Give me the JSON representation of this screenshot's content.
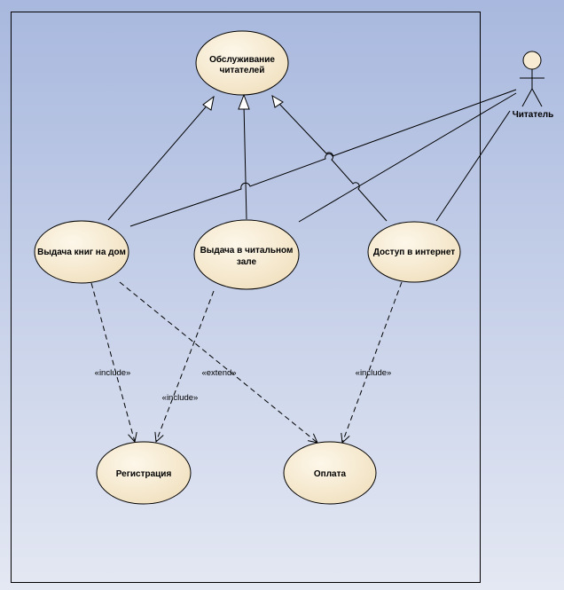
{
  "diagram": {
    "use_cases": {
      "service": [
        "Обслуживание",
        "читателей"
      ],
      "home": [
        "Выдача книг на дом"
      ],
      "reading_room": [
        "Выдача в читальном",
        "зале"
      ],
      "internet": [
        "Доступ в интернет"
      ],
      "registration": [
        "Регистрация"
      ],
      "payment": [
        "Оплата"
      ]
    },
    "actor": {
      "name": "Читатель"
    },
    "relations": {
      "include_home": "«include»",
      "include_reading": "«include»",
      "include_internet": "«include»",
      "extend_home": "«extend»"
    },
    "colors": {
      "background_top": "#a9b9de",
      "background_bottom": "#e3e7f3",
      "use_case_fill": "#f7ebd3",
      "use_case_stroke": "#000000"
    }
  }
}
